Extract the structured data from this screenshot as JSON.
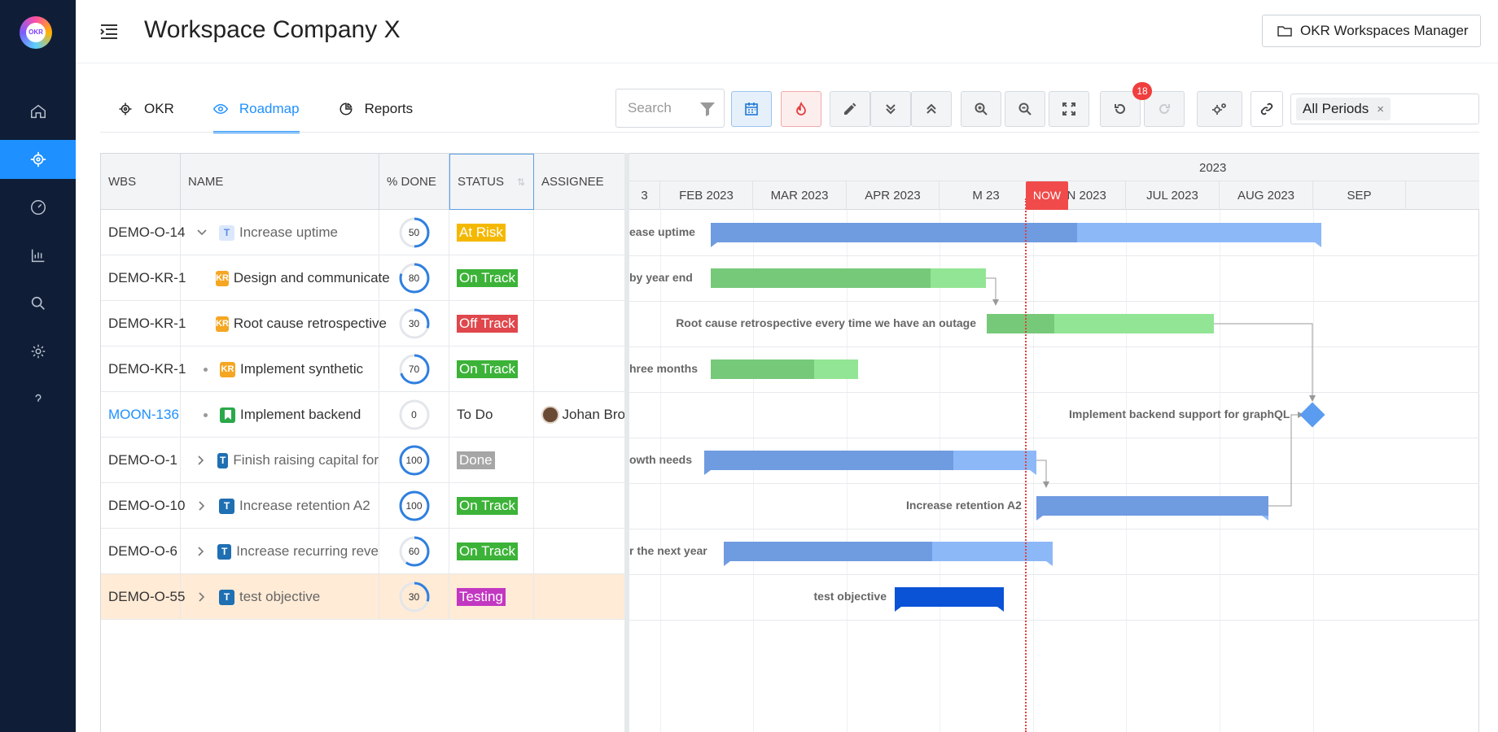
{
  "app": {
    "logo_text": "OKR",
    "workspace_title": "Workspace Company X",
    "manager_button": "OKR Workspaces Manager"
  },
  "sidebar": {
    "items": [
      {
        "name": "home-icon",
        "active": false
      },
      {
        "name": "target-icon",
        "active": true
      },
      {
        "name": "dashboard-icon",
        "active": false
      },
      {
        "name": "chart-icon",
        "active": false
      },
      {
        "name": "search-icon",
        "active": false
      },
      {
        "name": "gear-icon",
        "active": false
      },
      {
        "name": "help-icon",
        "active": false
      }
    ]
  },
  "tabs": [
    {
      "label": "OKR",
      "icon": "target-icon"
    },
    {
      "label": "Roadmap",
      "icon": "eye-icon",
      "active": true
    },
    {
      "label": "Reports",
      "icon": "pie-chart-icon"
    }
  ],
  "toolbar": {
    "search_placeholder": "Search",
    "undo_badge": "18",
    "period_chip": "All Periods",
    "period_remove": "×"
  },
  "grid": {
    "headers": {
      "wbs": "WBS",
      "name": "NAME",
      "done": "% DONE",
      "status": "STATUS",
      "assignee": "ASSIGNEE"
    },
    "rows": [
      {
        "wbs": "DEMO-O-14",
        "name": "Increase uptime",
        "type": "T",
        "done": 50,
        "status": "At Risk",
        "status_color": "#f5b800",
        "assignee": ""
      },
      {
        "wbs": "DEMO-KR-1",
        "name": "Design and communicate",
        "type": "KR",
        "done": 80,
        "status": "On Track",
        "status_color": "#3cb338",
        "assignee": ""
      },
      {
        "wbs": "DEMO-KR-1",
        "name": "Root cause retrospective",
        "type": "KR",
        "done": 30,
        "status": "Off Track",
        "status_color": "#e0474c",
        "assignee": ""
      },
      {
        "wbs": "DEMO-KR-1",
        "name": "Implement synthetic",
        "type": "KR",
        "done": 70,
        "status": "On Track",
        "status_color": "#3cb338",
        "assignee": ""
      },
      {
        "wbs": "MOON-136",
        "name": "Implement backend",
        "type": "task",
        "done": 0,
        "status": "To Do",
        "status_color": "",
        "assignee": "Johan Bro"
      },
      {
        "wbs": "DEMO-O-1",
        "name": "Finish raising capital for",
        "type": "T",
        "done": 100,
        "status": "Done",
        "status_color": "#a6a6a6",
        "assignee": ""
      },
      {
        "wbs": "DEMO-O-10",
        "name": "Increase retention A2",
        "type": "T",
        "done": 100,
        "status": "On Track",
        "status_color": "#3cb338",
        "assignee": ""
      },
      {
        "wbs": "DEMO-O-6",
        "name": "Increase recurring reve",
        "type": "T",
        "done": 60,
        "status": "On Track",
        "status_color": "#3cb338",
        "assignee": ""
      },
      {
        "wbs": "DEMO-O-55",
        "name": "test objective",
        "type": "T",
        "done": 30,
        "status": "Testing",
        "status_color": "#c237c2",
        "assignee": ""
      }
    ]
  },
  "gantt": {
    "year": "2023",
    "months": [
      "3",
      "FEB 2023",
      "MAR 2023",
      "APR 2023",
      "M  23",
      "JUN 2023",
      "JUL 2023",
      "AUG 2023",
      "SEP"
    ],
    "now_label": "NOW",
    "bar_labels": [
      "ease uptime",
      "by year end",
      "Root cause retrospective every time we have an outage",
      "hree months",
      "Implement backend support for graphQL",
      "owth needs",
      "Increase retention A2",
      "r the next year",
      "test objective"
    ],
    "colors": {
      "objective": "#6f9be0",
      "objective_light": "#8db8f7",
      "kr": "#77c97a",
      "kr_light": "#92e594",
      "milestone": "#5a9cf0",
      "test": "#0a53d6"
    }
  }
}
